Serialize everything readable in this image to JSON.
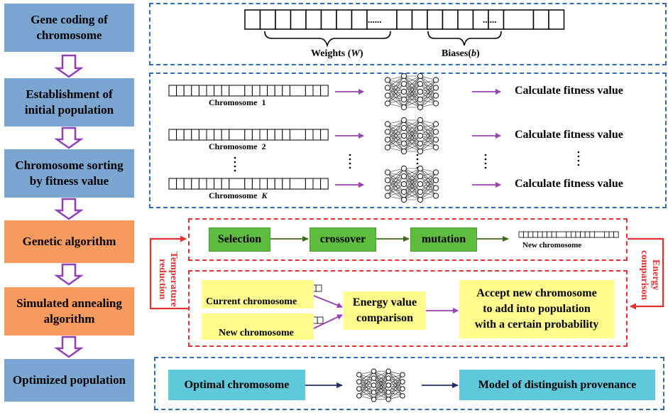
{
  "steps": [
    {
      "label": "Gene coding of chromosome",
      "lines": [
        "Gene coding of",
        "chromosome"
      ],
      "color": "#7ba6d2"
    },
    {
      "label": "Establishment of initial population",
      "lines": [
        "Establishment of",
        "initial population"
      ],
      "color": "#7ba6d2"
    },
    {
      "label": "Chromosome sorting by fitness value",
      "lines": [
        "Chromosome sorting",
        "by fitness value"
      ],
      "color": "#7ba6d2"
    },
    {
      "label": "Genetic algorithm",
      "lines": [
        "Genetic algorithm"
      ],
      "color": "#f79a5d"
    },
    {
      "label": "Simulated annealing algorithm",
      "lines": [
        "Simulated annealing",
        "algorithm"
      ],
      "color": "#f79a5d"
    },
    {
      "label": "Optimized population",
      "lines": [
        "Optimized population"
      ],
      "color": "#7ba6d2"
    }
  ],
  "encoding": {
    "ellipsis": "......",
    "weights_prefix": "Weights (",
    "weights_symbol": "W",
    "weights_suffix": ")",
    "biases_prefix": "Biases(",
    "biases_symbol": "b",
    "biases_suffix": ")"
  },
  "population": {
    "chromosome_prefix": "Chromosome",
    "rows": [
      {
        "index": "1",
        "fitness_label": "Calculate fitness value"
      },
      {
        "index": "2",
        "fitness_label": "Calculate fitness value"
      },
      {
        "index": "K",
        "fitness_label": "Calculate fitness value"
      }
    ]
  },
  "genetic": {
    "selection": "Selection",
    "crossover": "crossover",
    "mutation": "mutation",
    "new_chromosome": "New chromosome",
    "temperature_reduction": "Temperature reduction",
    "energy_comparison": "Energy comparison"
  },
  "annealing": {
    "current_chromosome": "Current chromosome",
    "new_chromosome": "New chromosome",
    "energy_value_comparison_lines": [
      "Energy value",
      "comparison"
    ],
    "accept_lines": [
      "Accept new chromosome",
      "to add into population",
      "with a certain probability"
    ]
  },
  "optimized": {
    "optimal_chromosome": "Optimal chromosome",
    "model": "Model of distinguish provenance"
  },
  "colors": {
    "step_blue": "#7ba6d2",
    "step_orange": "#f79a5d",
    "dashed_blue": "#2e6eb7",
    "dashed_red": "#e53030",
    "arrow_purple": "#9b3fb5",
    "arrow_green": "#3c6b1d",
    "arrow_navy": "#1f2f6e",
    "box_green": "#5ebd3e",
    "box_yellow": "#fffb8c",
    "box_cyan": "#5fc9db"
  }
}
